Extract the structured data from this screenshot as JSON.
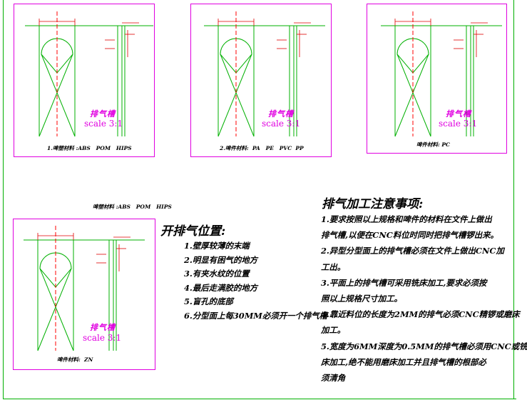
{
  "panels": [
    {
      "slot_label": "排气槽",
      "scale": "scale 3:1",
      "material": "1.啤塑材料 :ABS   POM   HIPS"
    },
    {
      "slot_label": "排气槽",
      "scale": "scale 3:1",
      "material": "2.啤件材料:  PA   PE   PVC  PP"
    },
    {
      "slot_label": "排气槽",
      "scale": "scale 3:1",
      "material": "啤件材料: PC"
    },
    {
      "slot_label": "排气槽",
      "scale": "scale 3:1",
      "material": "啤件材料:  ZN"
    }
  ],
  "floating_material": "啤塑材料 :ABS   POM   HIPS",
  "positions_section": {
    "heading": "开排气位置:",
    "items": [
      "1.壁厚较薄的末端",
      "2.明显有困气的地方",
      "3.有夹水纹的位置",
      "4.最后走满胶的地方",
      "5.盲孔的底部",
      "6.分型面上每30MM必须开一个排气槽"
    ]
  },
  "notes_section": {
    "heading": "排气加工注意事项:",
    "lines": [
      "1.要求按照以上规格和啤件的材料在文件上做出",
      "排气槽,以便在CNC料位时同时把排气槽锣出来。",
      "2.异型分型面上的排气槽必须在文件上做出CNC加",
      "工出。",
      "3.平面上的排气槽可采用铣床加工,要求必须按",
      "照以上规格尺寸加工。",
      "4.靠近料位的长度为2MM的排气必须CNC精锣或磨床",
      "加工。",
      "5.宽度为6MM深度为0.5MM的排气槽必须用CNC或铣",
      "床加工,绝不能用磨床加工并且排气槽的根部必",
      "须清角"
    ]
  },
  "colors": {
    "frame": "#e000e0",
    "geometry": "#00b000",
    "dimension": "#e00000",
    "centerline": "#ff0000"
  }
}
